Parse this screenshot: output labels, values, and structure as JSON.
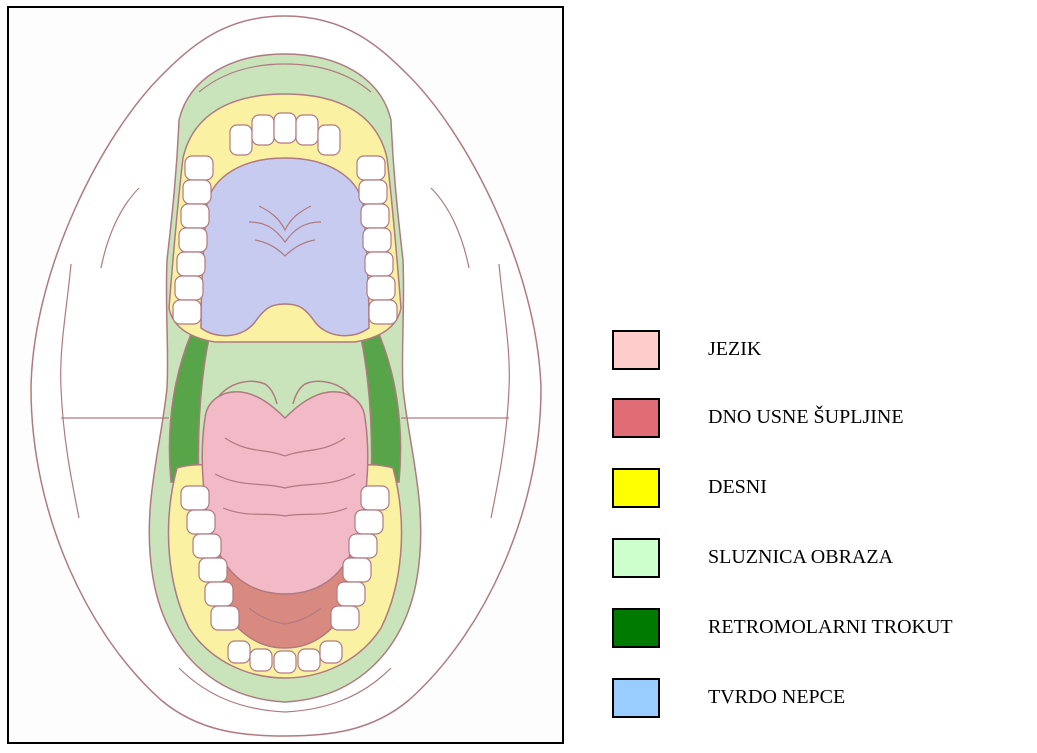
{
  "legend": {
    "items": [
      {
        "label": "JEZIK",
        "color": "#ffcccc"
      },
      {
        "label": "DNO USNE ŠUPLJINE",
        "color": "#e06d75"
      },
      {
        "label": "DESNI",
        "color": "#ffff00"
      },
      {
        "label": "SLUZNICA OBRAZA",
        "color": "#ccffcc"
      },
      {
        "label": "RETROMOLARNI TROKUT",
        "color": "#007a00"
      },
      {
        "label": "TVRDO NEPCE",
        "color": "#99ccff"
      }
    ]
  },
  "figure": {
    "colors": {
      "outline": "#b07a80",
      "lips": "#ffffff",
      "buccal_mucosa": "#c9e4bb",
      "gingiva": "#fbf1a3",
      "hard_palate": "#c7cbef",
      "retromolar": "#58a448",
      "tongue": "#f2b9c6",
      "floor": "#d98a80",
      "teeth": "#ffffff"
    }
  }
}
